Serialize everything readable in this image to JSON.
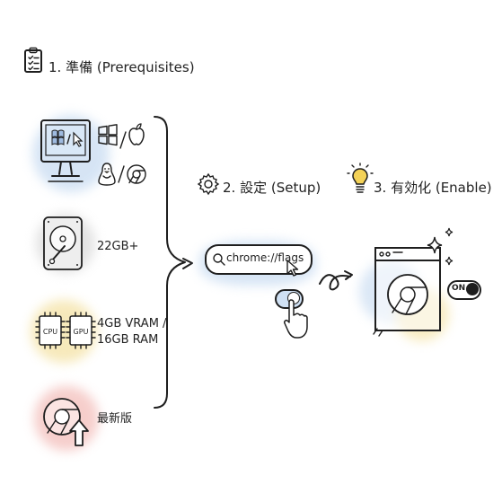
{
  "sections": {
    "prerequisites": {
      "title": "1. 準備 (Prerequisites)",
      "items": [
        {
          "id": "os",
          "icons": [
            "monitor-icon",
            "windows-icon",
            "apple-icon",
            "linux-icon",
            "chrome-icon"
          ]
        },
        {
          "id": "storage",
          "label": "22GB+",
          "icon": "hard-drive-icon"
        },
        {
          "id": "memory",
          "label_line1": "4GB VRAM /",
          "label_line2": "16GB RAM",
          "chip_labels": [
            "CPU",
            "GPU"
          ]
        },
        {
          "id": "version",
          "label": "最新版",
          "icon": "chrome-update-icon"
        }
      ]
    },
    "setup": {
      "title": "2. 設定 (Setup)",
      "address_text": "chrome://flags",
      "icon": "gear-icon"
    },
    "enable": {
      "title": "3. 有効化 (Enable)",
      "toggle_label": "ON",
      "icon": "lightbulb-icon"
    }
  },
  "colors": {
    "ink": "#1e1e1e",
    "wash_blue": "#cfe0f3",
    "wash_gray": "#dcdcdc",
    "wash_yellow": "#f6e7b4",
    "wash_red": "#f5c9c6",
    "bulb_yellow": "#f4d257"
  }
}
